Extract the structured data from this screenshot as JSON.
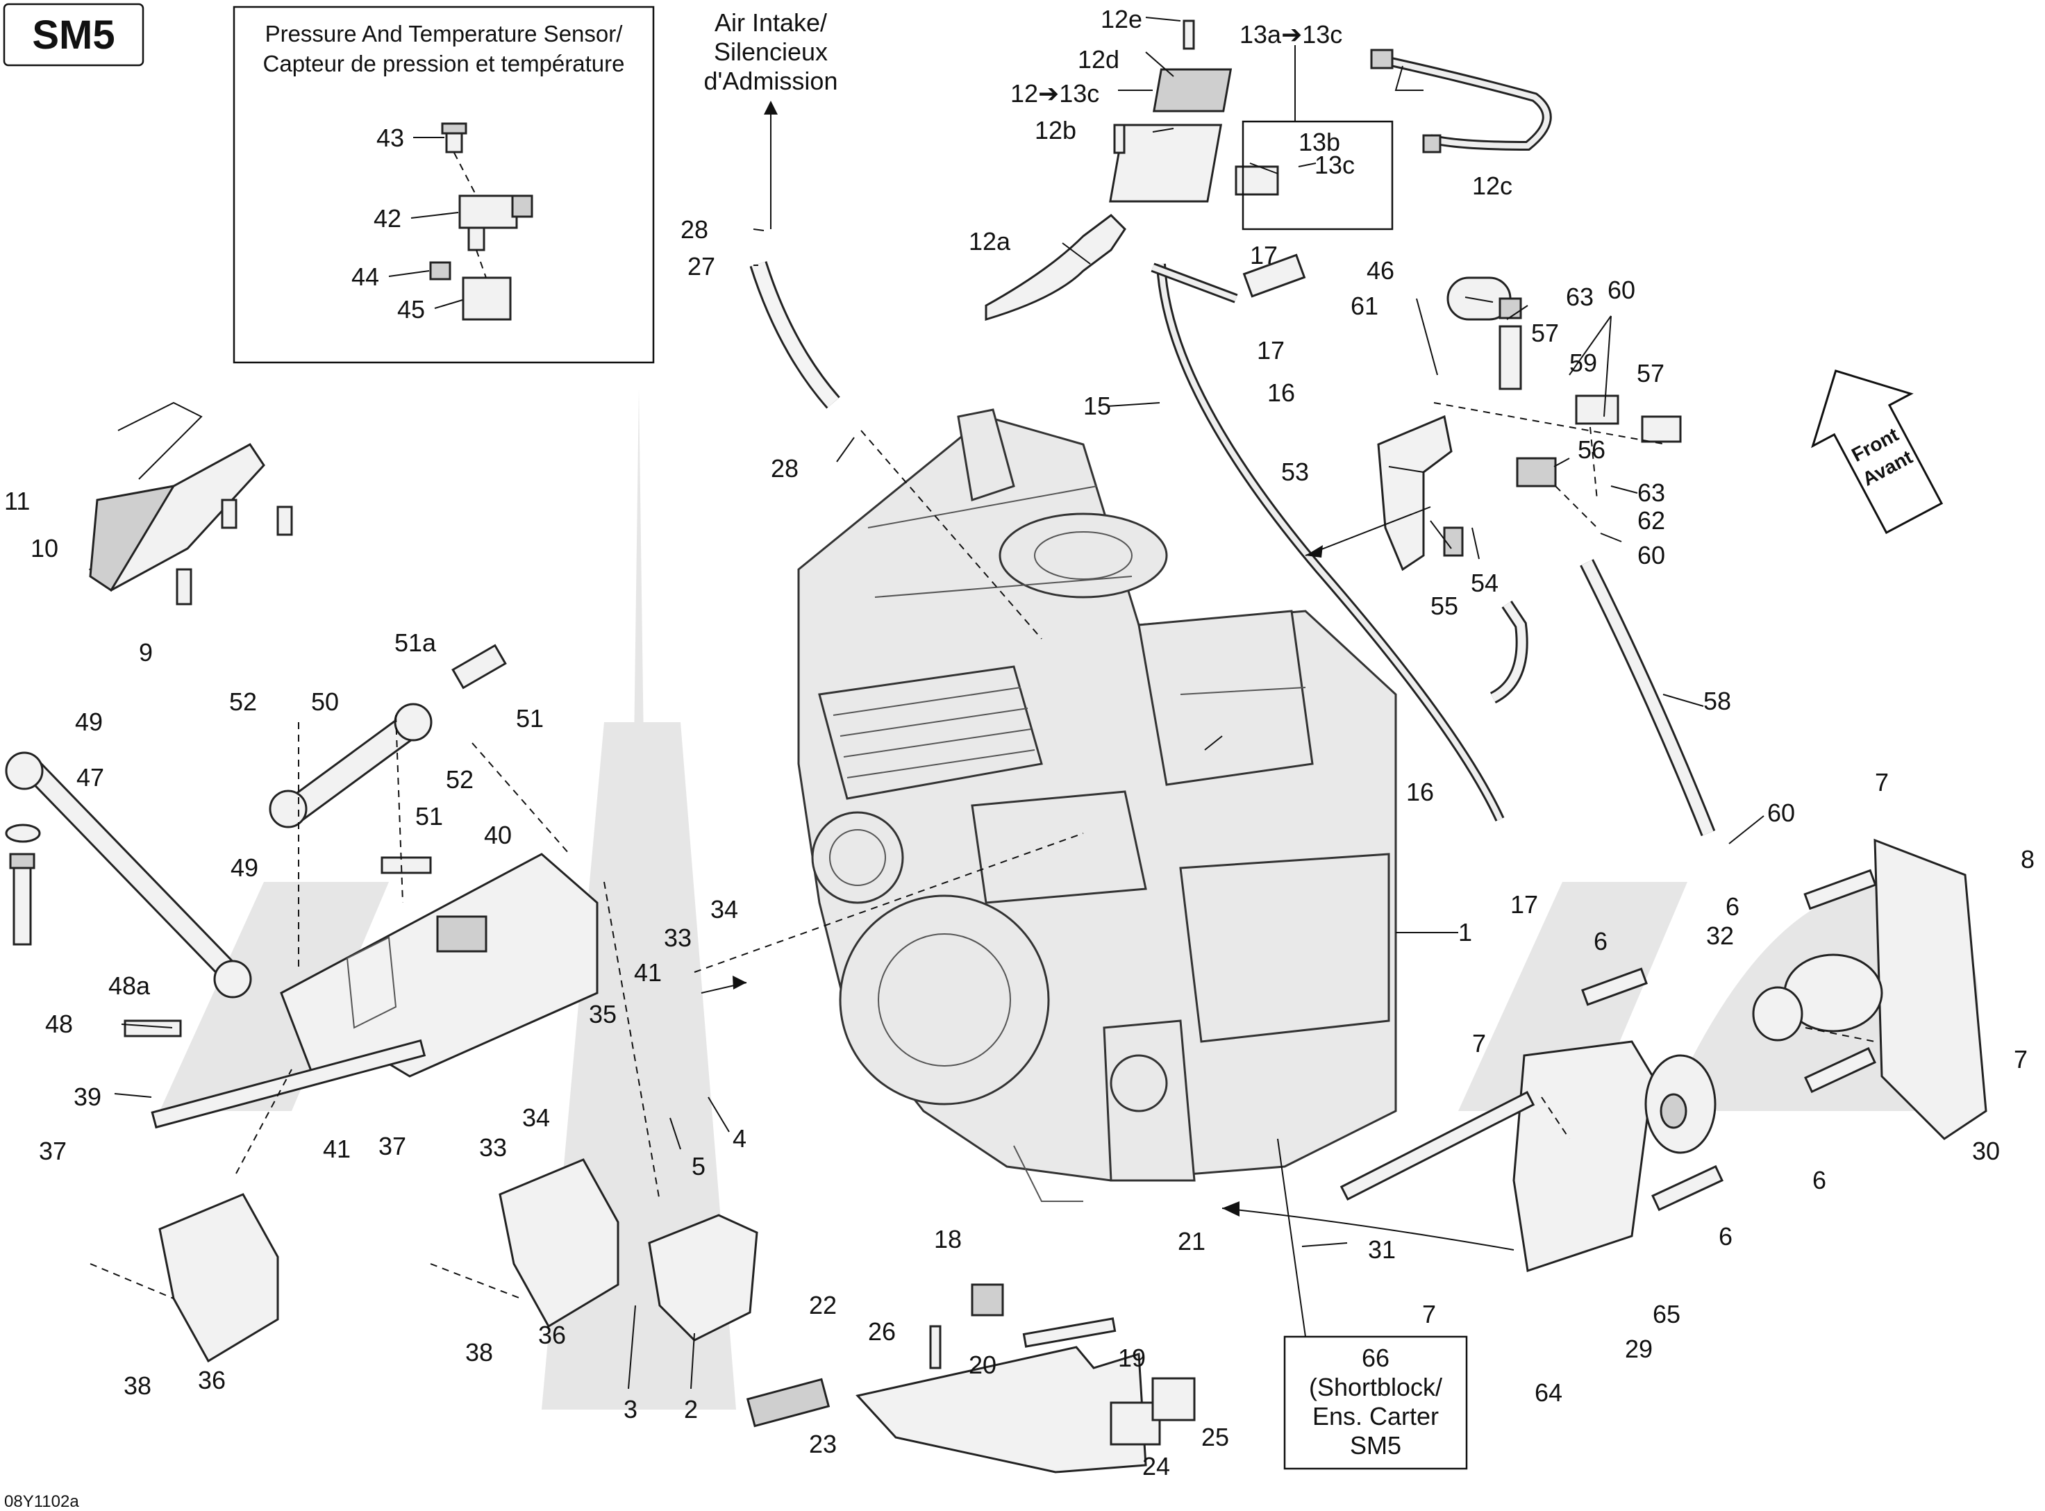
{
  "model_code": "SM5",
  "figure_code": "08Y1102a",
  "sensor_box": {
    "title_en": "Pressure And Temperature Sensor/",
    "title_fr": "Capteur de pression et température",
    "labels": [
      "43",
      "42",
      "44",
      "45"
    ]
  },
  "air_intake": {
    "line1": "Air Intake/",
    "line2": "Silencieux",
    "line3": "d'Admission"
  },
  "shortblock": {
    "num": "66",
    "line1": "(Shortblock/",
    "line2": "Ens. Carter",
    "line3": "SM5"
  },
  "front": {
    "line1": "Front",
    "line2": "Avant"
  },
  "callouts": {
    "c1": "1",
    "c2": "2",
    "c3": "3",
    "c4": "4",
    "c5": "5",
    "c6a": "6",
    "c6b": "6",
    "c6c": "6",
    "c6d": "6",
    "c7a": "7",
    "c7b": "7",
    "c7c": "7",
    "c7d": "7",
    "c8": "8",
    "c9": "9",
    "c10": "10",
    "c11": "11",
    "c12a": "12a",
    "c12b": "12b",
    "c12c": "12c",
    "c12d": "12d",
    "c12e": "12e",
    "c12to13c": "12➔13c",
    "c13ato13c": "13a➔13c",
    "c13b": "13b",
    "c13c": "13c",
    "c15": "15",
    "c16a": "16",
    "c16b": "16",
    "c17a": "17",
    "c17b": "17",
    "c17c": "17",
    "c18": "18",
    "c19": "19",
    "c20": "20",
    "c21": "21",
    "c22": "22",
    "c23": "23",
    "c24": "24",
    "c25": "25",
    "c26": "26",
    "c27": "27",
    "c28a": "28",
    "c28b": "28",
    "c29": "29",
    "c30": "30",
    "c31": "31",
    "c32": "32",
    "c33a": "33",
    "c33b": "33",
    "c34a": "34",
    "c34b": "34",
    "c35": "35",
    "c36a": "36",
    "c36b": "36",
    "c37a": "37",
    "c37b": "37",
    "c38a": "38",
    "c38b": "38",
    "c39": "39",
    "c40": "40",
    "c41a": "41",
    "c41b": "41",
    "c46": "46",
    "c47": "47",
    "c48": "48",
    "c48a": "48a",
    "c49a": "49",
    "c49b": "49",
    "c50": "50",
    "c51": "51",
    "c51b": "51",
    "c51a": "51a",
    "c52a": "52",
    "c52b": "52",
    "c53": "53",
    "c54": "54",
    "c55": "55",
    "c56": "56",
    "c57a": "57",
    "c57b": "57",
    "c58": "58",
    "c59": "59",
    "c60a": "60",
    "c60b": "60",
    "c60c": "60",
    "c61": "61",
    "c62": "62",
    "c63a": "63",
    "c63b": "63",
    "c64": "64",
    "c65": "65"
  }
}
